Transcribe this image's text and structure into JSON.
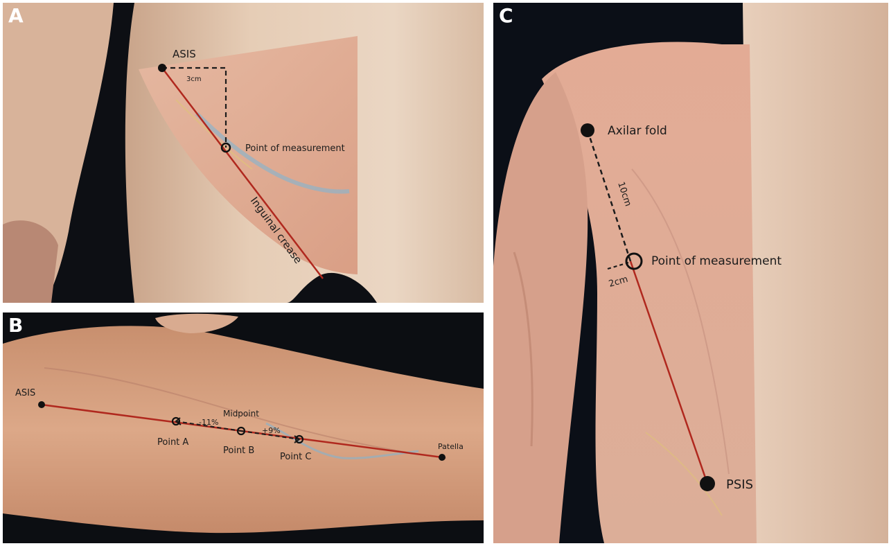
{
  "panels": {
    "a": {
      "letter": "A",
      "labels": {
        "asis": "ASIS",
        "distance": "3cm",
        "point": "Point of measurement",
        "crease": "Inguinal crease"
      }
    },
    "b": {
      "letter": "B",
      "labels": {
        "asis": "ASIS",
        "midpoint": "Midpoint",
        "minus": "-11%",
        "plus": "+9%",
        "point_a": "Point A",
        "point_b": "Point B",
        "point_c": "Point C",
        "patella": "Patella"
      }
    },
    "c": {
      "letter": "C",
      "labels": {
        "axilar": "Axilar fold",
        "distance_10": "10cm",
        "point": "Point of measurement",
        "distance_2": "2cm",
        "psis": "PSIS"
      }
    }
  },
  "colors": {
    "background": "#0b0f17",
    "skin": "#e3c2a6",
    "muscle": "#d9a089",
    "guide_line": "#b0281e",
    "marker": "#111111",
    "text": "#1b1b1b"
  }
}
